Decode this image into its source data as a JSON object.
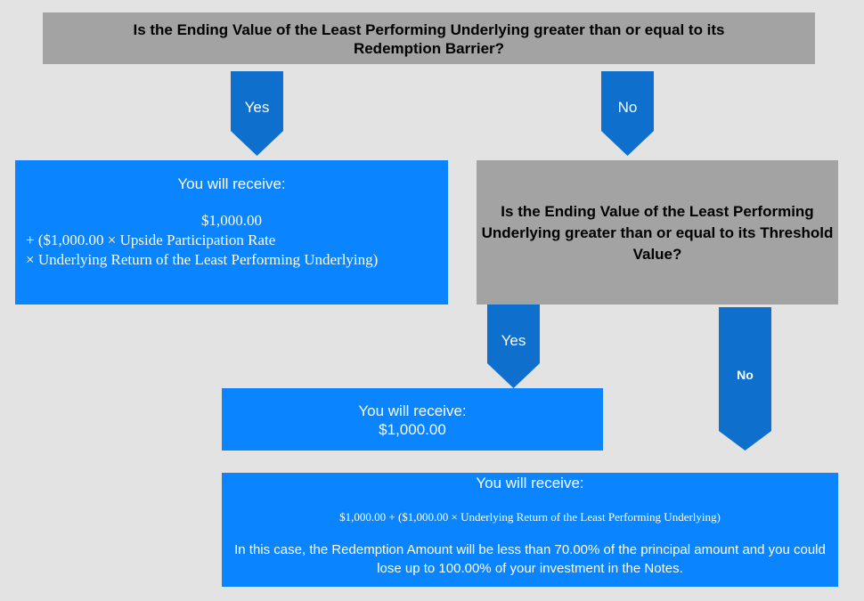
{
  "question1": "Is the Ending Value of the Least Performing Underlying greater than or equal to its Redemption Barrier?",
  "question2": "Is the Ending Value of the Least Performing Underlying greater than or equal to its Threshold Value?",
  "arrows": {
    "yes1": "Yes",
    "no1": "No",
    "yes2": "Yes",
    "no2": "No"
  },
  "result1": {
    "heading": "You will receive:",
    "line1": "$1,000.00",
    "line2": "+ ($1,000.00 × Upside Participation Rate",
    "line3": "× Underlying Return of the Least Performing Underlying)"
  },
  "result2": {
    "heading": "You will receive:",
    "amount": "$1,000.00"
  },
  "result3": {
    "heading": "You will receive:",
    "formula": "$1,000.00 + ($1,000.00 × Underlying Return of the Least Performing Underlying)",
    "note": "In this case, the Redemption Amount will be less than 70.00% of the principal amount and you could lose up to 100.00% of your investment in the Notes."
  },
  "colors": {
    "background": "#e3e3e3",
    "question_box": "#a3a3a3",
    "result_box": "#0a84ff",
    "arrow": "#0e70cc"
  }
}
